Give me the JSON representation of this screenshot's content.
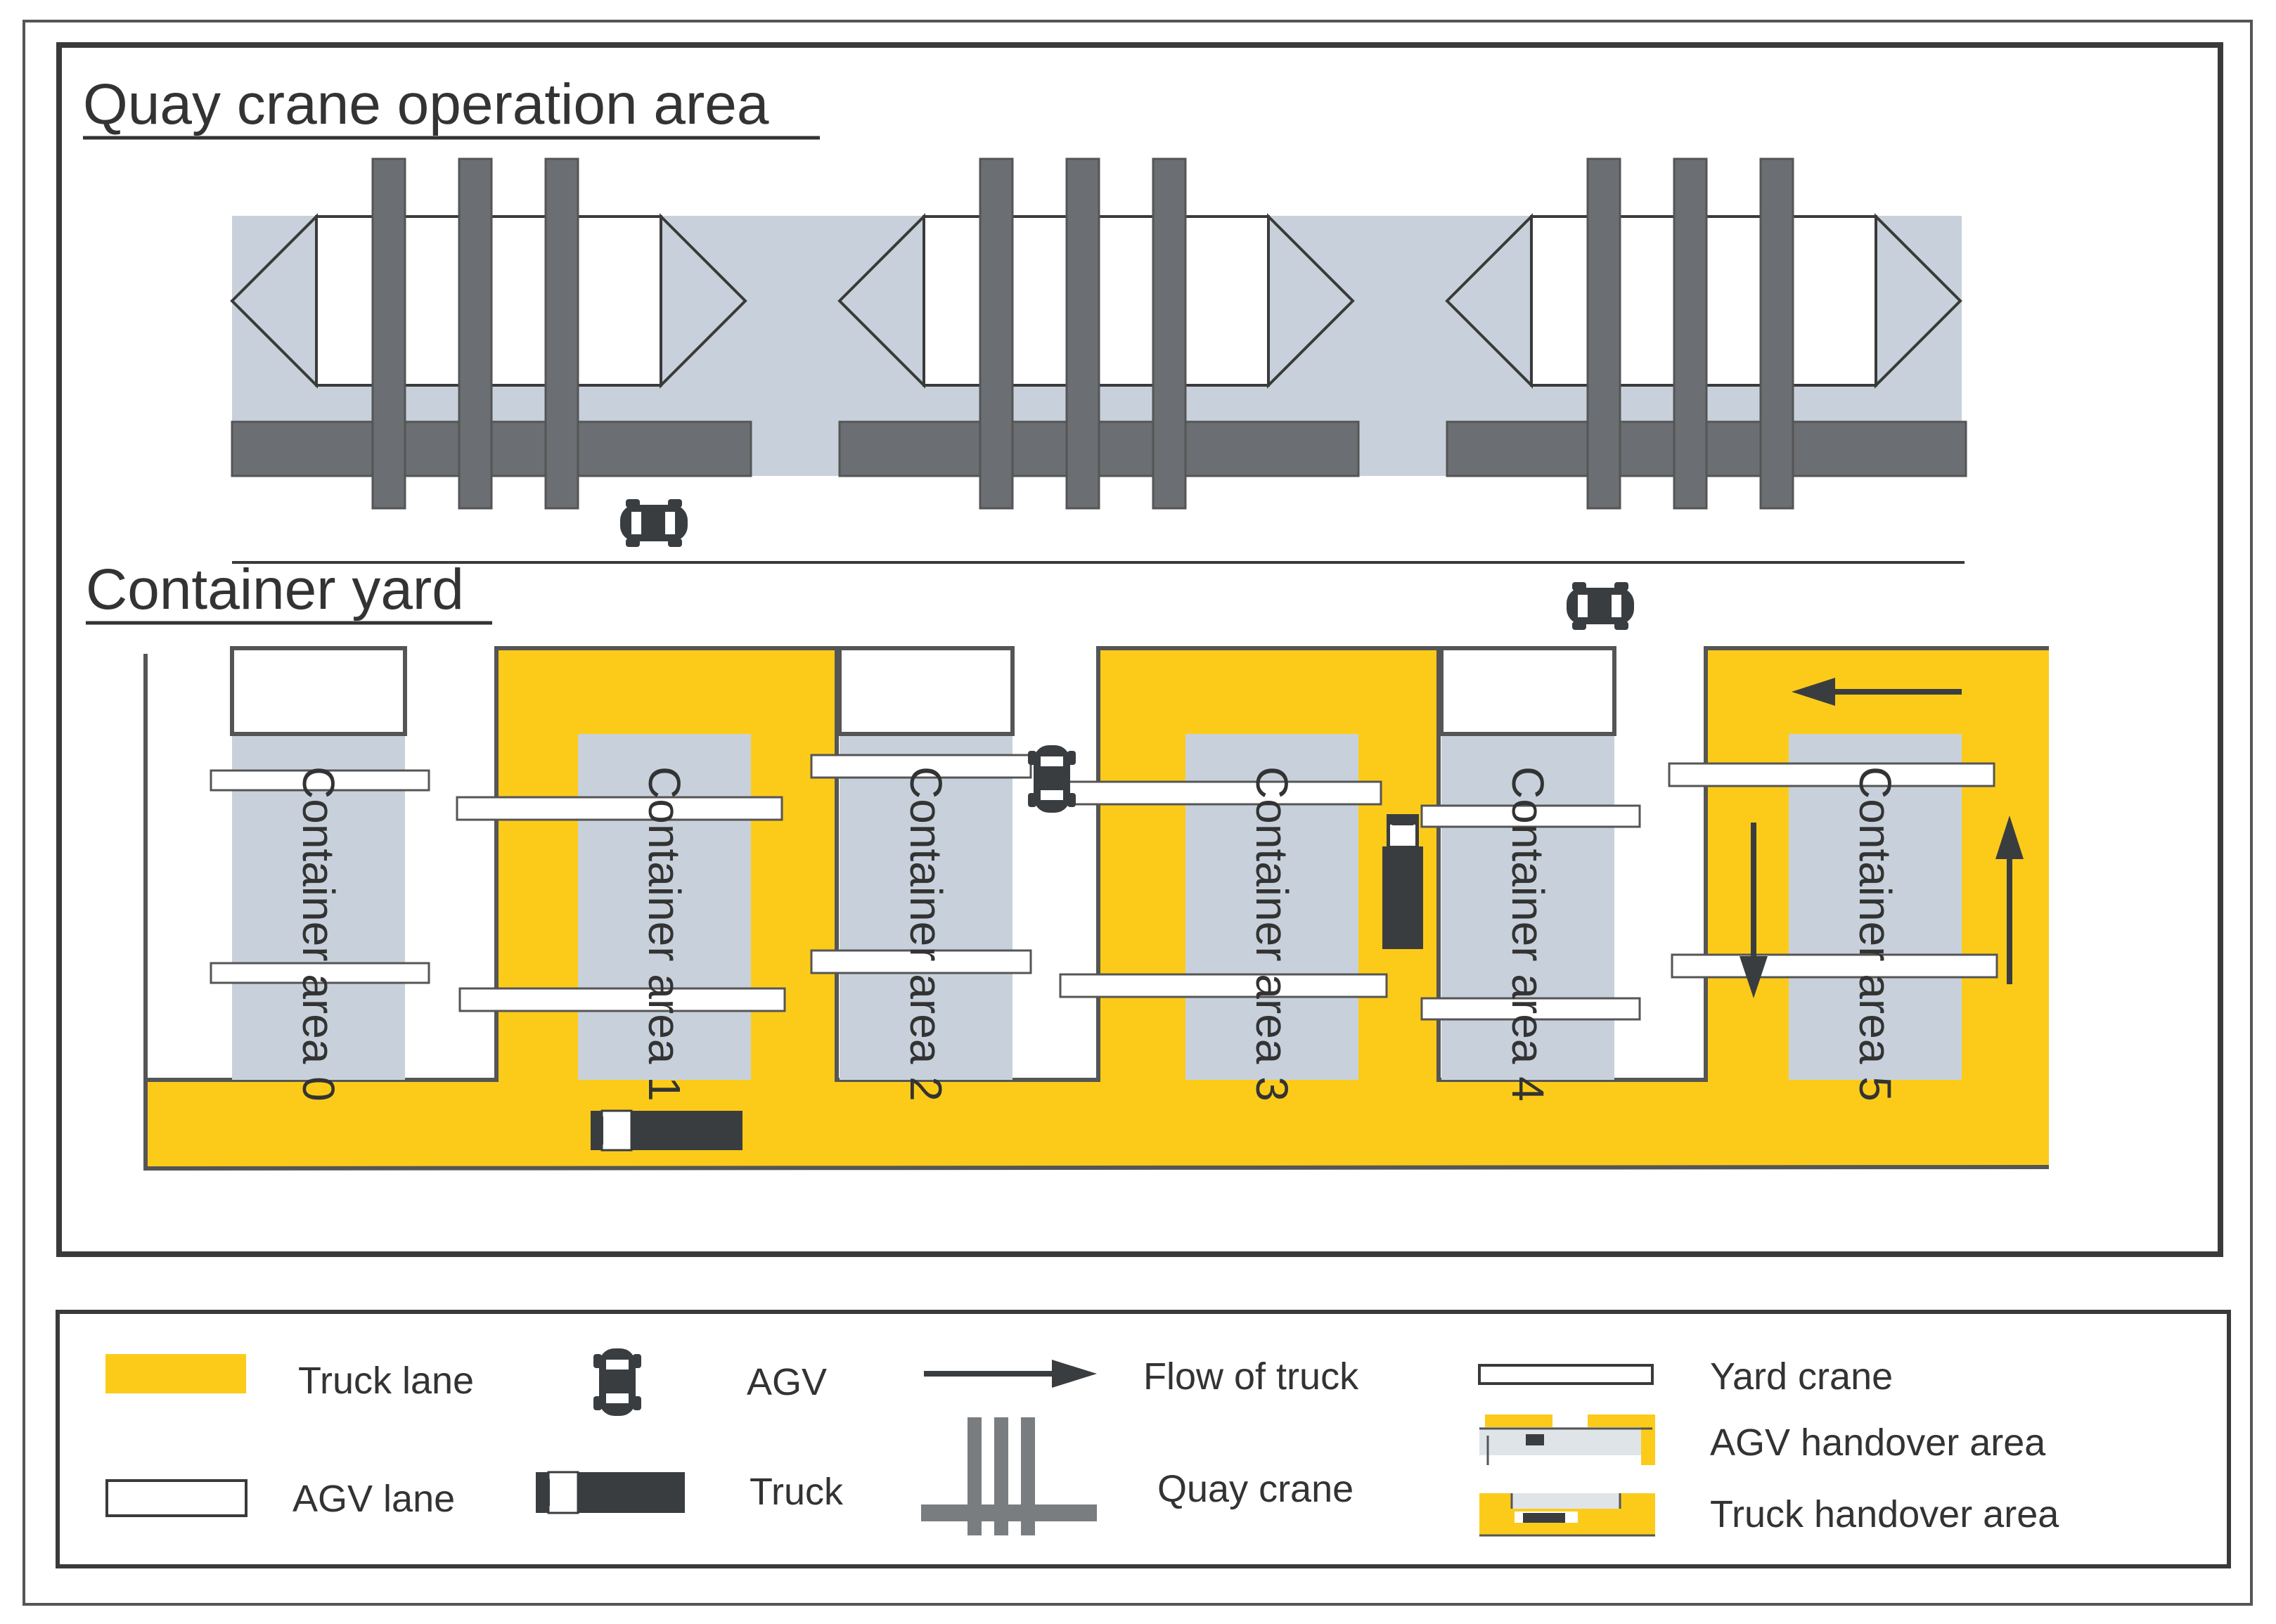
{
  "sections": {
    "quay_title": "Quay crane operation area",
    "yard_title": "Container yard"
  },
  "container_areas": [
    "Container area 0",
    "Container area 1",
    "Container area 2",
    "Container area 3",
    "Container area 4",
    "Container area 5"
  ],
  "legend": {
    "truck_lane": "Truck lane",
    "agv_lane": "AGV lane",
    "agv": "AGV",
    "truck": "Truck",
    "flow_of_truck": "Flow of truck",
    "quay_crane": "Quay crane",
    "yard_crane": "Yard crane",
    "agv_handover_area": "AGV handover area",
    "truck_handover_area": "Truck handover area"
  },
  "colors": {
    "truck_lane": "#fccb1a",
    "container_block": "#c8d1db",
    "water": "#c8d1db",
    "crane": "#6b6e72",
    "vehicle": "#3a3d40",
    "outline": "#3a3a3a"
  }
}
